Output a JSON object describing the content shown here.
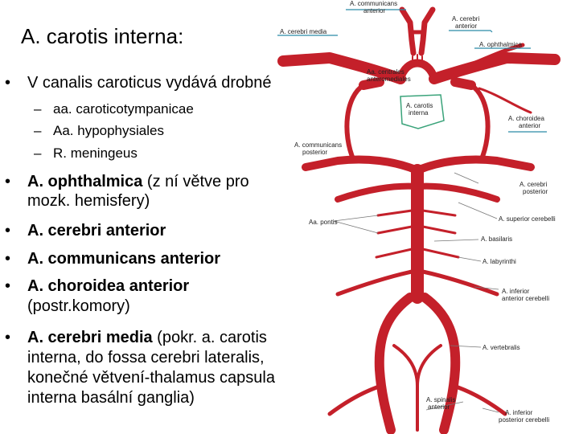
{
  "title": "A. carotis interna:",
  "bullets": [
    {
      "bold": "",
      "text": "V canalis caroticus vydává drobné"
    },
    {
      "bold": "A. ophthalmica",
      "text": " (z ní větve pro",
      "cont": [
        "mozk. hemisfery)"
      ]
    },
    {
      "bold": "A. cerebri anterior",
      "text": ""
    },
    {
      "bold": "A. communicans anterior",
      "text": ""
    },
    {
      "bold": "A. choroidea anterior",
      "text": "",
      "cont": [
        "(postr.komory)"
      ]
    },
    {
      "bold": "A. cerebri media",
      "text": " (pokr. a. carotis",
      "cont": [
        "interna, do fossa cerebri lateralis,",
        "konečné větvení-thalamus capsula",
        "interna basální ganglia)"
      ]
    }
  ],
  "subitems": [
    "aa. caroticotympanicae",
    "Aa. hypophysiales",
    "R. meningeus"
  ],
  "diagram_labels": {
    "communicans_anterior": [
      "A. communicans",
      "anterior"
    ],
    "cerebri_anterior": [
      "A. cerebri",
      "anterior"
    ],
    "cerebri_media": "A. cerebri media",
    "ophthalmica": "A. ophthalmica",
    "centrales": [
      "Aa. centrales",
      "anteromediales"
    ],
    "carotis_interna": [
      "A. carotis",
      "interna"
    ],
    "choroidea_anterior": [
      "A. choroidea",
      "anterior"
    ],
    "communicans_posterior": [
      "A. communicans",
      "posterior"
    ],
    "cerebri_posterior": [
      "A. cerebri",
      "posterior"
    ],
    "superior_cerebelli": "A. superior cerebelli",
    "pontis": "Aa. pontis",
    "basilaris": "A. basilaris",
    "labyrinthi": "A. labyrinthi",
    "inferior_anterior": [
      "A. inferior",
      "anterior cerebelli"
    ],
    "vertebralis": "A. vertebralis",
    "spinalis_anterior": [
      "A. spinalis",
      "anterior"
    ],
    "inferior_posterior": [
      "A. inferior",
      "posterior cerebelli"
    ]
  },
  "colors": {
    "artery": "#c4202a",
    "leader": "#2a8aa8",
    "outline": "#3aa37a"
  }
}
